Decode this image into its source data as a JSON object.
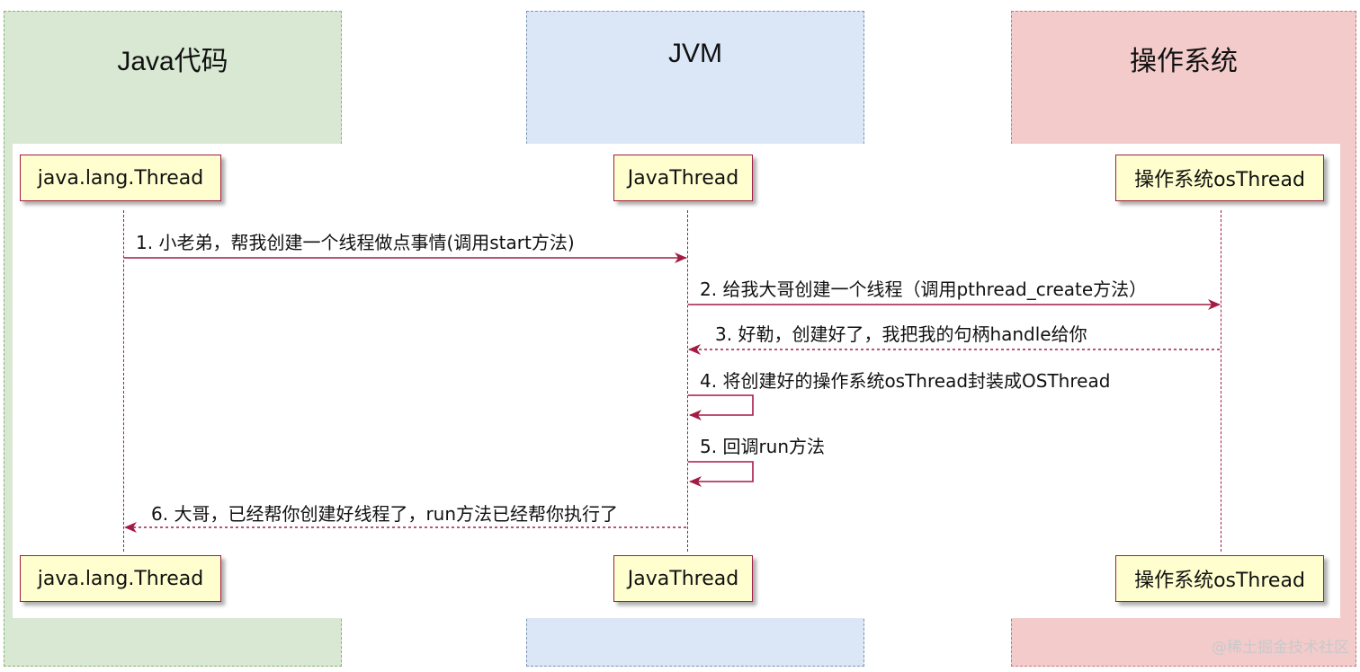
{
  "lanes": {
    "java": "Java代码",
    "jvm": "JVM",
    "os": "操作系统"
  },
  "participants": {
    "java": "java.lang.Thread",
    "jvm": "JavaThread",
    "os": "操作系统osThread"
  },
  "messages": [
    {
      "label": "1. 小老弟，帮我创建一个线程做点事情(调用start方法)",
      "from": "java",
      "to": "jvm",
      "style": "solid"
    },
    {
      "label": "2. 给我大哥创建一个线程（调用pthread_create方法）",
      "from": "jvm",
      "to": "os",
      "style": "solid"
    },
    {
      "label": "3. 好勒，创建好了，我把我的句柄handle给你",
      "from": "os",
      "to": "jvm",
      "style": "dashed"
    },
    {
      "label": "4. 将创建好的操作系统osThread封装成OSThread",
      "from": "jvm",
      "to": "jvm",
      "style": "solid"
    },
    {
      "label": "5. 回调run方法",
      "from": "jvm",
      "to": "jvm",
      "style": "solid"
    },
    {
      "label": "6. 大哥，已经帮你创建好线程了，run方法已经帮你执行了",
      "from": "jvm",
      "to": "java",
      "style": "dashed"
    }
  ],
  "colors": {
    "arrow": "#a41b44",
    "participant_fill": "#fefece",
    "java_lane": "#d8e8d3",
    "jvm_lane": "#dbe6f7",
    "os_lane": "#f3cbcb"
  },
  "watermark": "@稀土掘金技术社区"
}
